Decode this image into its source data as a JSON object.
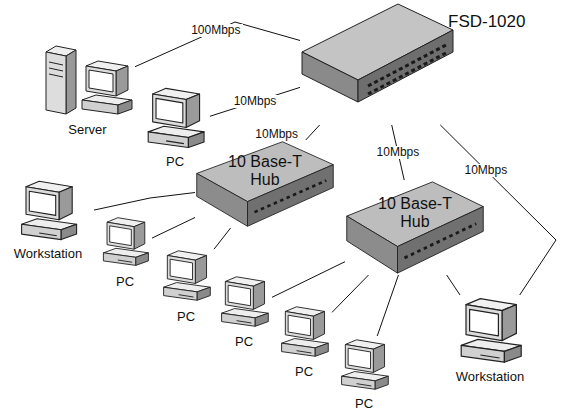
{
  "diagram": {
    "nodes": [
      {
        "text": [
          "FSD-1020"
        ]
      },
      {
        "text": [
          "Server"
        ]
      },
      {
        "text": [
          "PC"
        ]
      },
      {
        "text": [
          "10 Base-T Hub"
        ]
      },
      {
        "text": [
          "10 Base-T Hub"
        ]
      },
      {
        "text": [
          "Workstation"
        ]
      },
      {
        "text": [
          "PC"
        ]
      },
      {
        "text": [
          "PC"
        ]
      },
      {
        "text": [
          "PC"
        ]
      },
      {
        "text": [
          "PC"
        ]
      },
      {
        "text": [
          "PC"
        ]
      },
      {
        "text": [
          "Workstation"
        ]
      }
    ],
    "edges": [
      {
        "from": 1,
        "to": 0,
        "arrow": "none",
        "label": "100Mbps"
      },
      {
        "from": 2,
        "to": 0,
        "arrow": "none",
        "label": "10Mbps"
      },
      {
        "from": 3,
        "to": 0,
        "arrow": "none",
        "label": "10Mbps"
      },
      {
        "from": 4,
        "to": 0,
        "arrow": "none",
        "label": "10Mbps"
      },
      {
        "from": 11,
        "to": 0,
        "arrow": "none",
        "label": "10Mbps"
      },
      {
        "from": 3,
        "to": 5,
        "arrow": "none"
      },
      {
        "from": 3,
        "to": 6,
        "arrow": "none"
      },
      {
        "from": 3,
        "to": 7,
        "arrow": "none"
      },
      {
        "from": 4,
        "to": 8,
        "arrow": "none"
      },
      {
        "from": 4,
        "to": 9,
        "arrow": "none"
      },
      {
        "from": 4,
        "to": 10,
        "arrow": "none"
      },
      {
        "from": 4,
        "to": 11,
        "arrow": "none"
      }
    ]
  }
}
